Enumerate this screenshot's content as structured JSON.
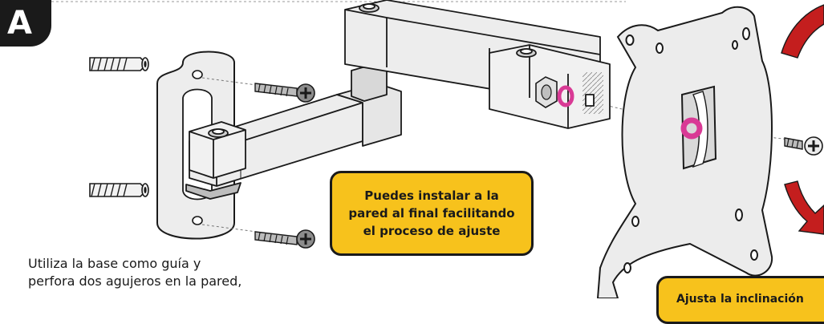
{
  "step": {
    "letter": "A"
  },
  "callouts": {
    "main": {
      "line1": "Puedes instalar a la",
      "line2": "pared al final facilitando",
      "line3": "el proceso de ajuste"
    },
    "cut_off": {
      "text": "Ajusta la inclinación"
    }
  },
  "instruction": {
    "line1": "Utiliza la base como guía y",
    "line2": "perfora dos agujeros en la pared,"
  },
  "colors": {
    "washer": "#d93a95",
    "arrows": "#c41e1e",
    "callout_fill": "#f7c21c",
    "outline": "#1a1a1a",
    "metal_light": "#ebebeb",
    "metal_shadow": "#cfcfcf"
  }
}
